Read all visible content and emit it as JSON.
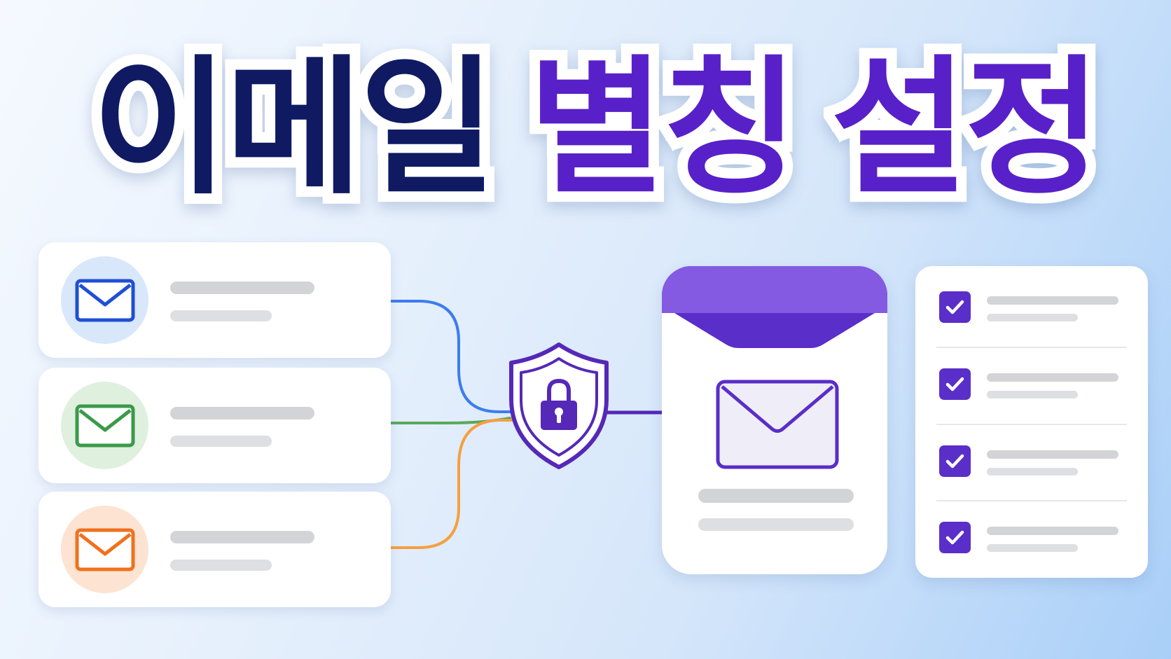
{
  "title": {
    "part1": "이메일",
    "part2": "별칭",
    "part3": "설정"
  },
  "colors": {
    "title_dark": "#0f1a63",
    "accent_purple": "#5820c9",
    "blue": "#1f5ff0",
    "green": "#3a9a48",
    "orange": "#f5892a"
  },
  "sources": [
    {
      "icon": "mail-icon",
      "color": "blue"
    },
    {
      "icon": "mail-icon",
      "color": "green"
    },
    {
      "icon": "mail-icon",
      "color": "orange"
    }
  ],
  "center_icon": "shield-lock-icon",
  "main_icon": "open-envelope-icon",
  "checklist": {
    "items": [
      {
        "checked": true
      },
      {
        "checked": true
      },
      {
        "checked": true
      },
      {
        "checked": true
      }
    ]
  }
}
